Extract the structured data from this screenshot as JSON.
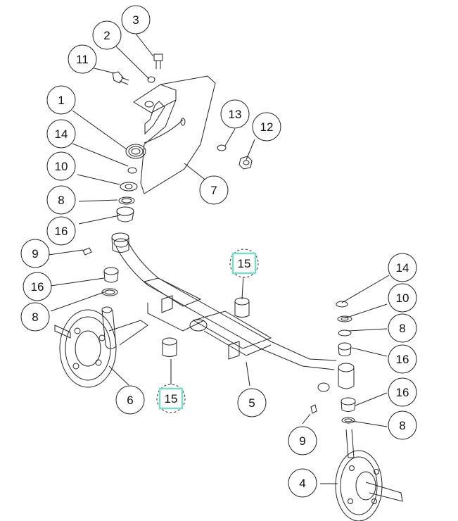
{
  "callouts": [
    {
      "text": "3"
    },
    {
      "text": "2"
    },
    {
      "text": "11"
    },
    {
      "text": "1"
    },
    {
      "text": "14"
    },
    {
      "text": "10"
    },
    {
      "text": "8"
    },
    {
      "text": "16"
    },
    {
      "text": "9"
    },
    {
      "text": "16"
    },
    {
      "text": "8"
    },
    {
      "text": "6"
    },
    {
      "text": "7"
    },
    {
      "text": "13"
    },
    {
      "text": "12"
    },
    {
      "text": "15"
    },
    {
      "text": "15"
    },
    {
      "text": "5"
    },
    {
      "text": "14"
    },
    {
      "text": "10"
    },
    {
      "text": "8"
    },
    {
      "text": "16"
    },
    {
      "text": "16"
    },
    {
      "text": "8"
    },
    {
      "text": "9"
    },
    {
      "text": "4"
    }
  ],
  "colors": {
    "highlight": "#7fd9c8",
    "line": "#222222"
  }
}
